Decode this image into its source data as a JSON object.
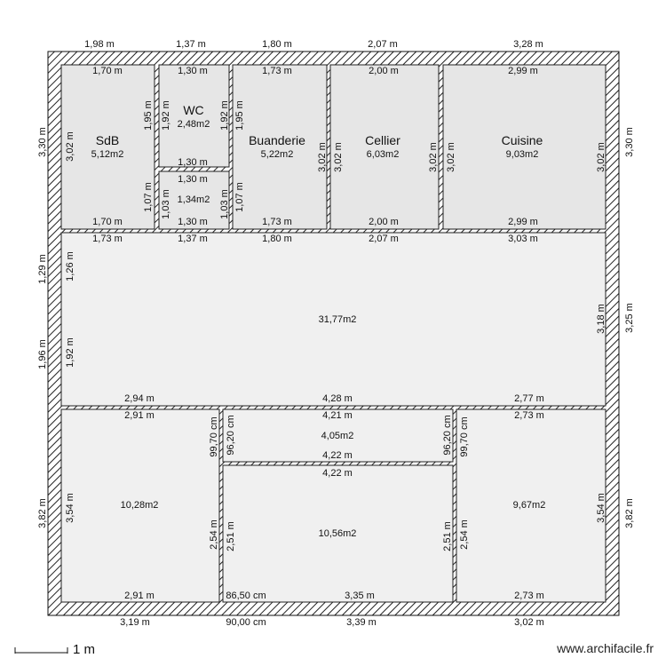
{
  "rooms": [
    {
      "key": "sdb",
      "name": "SdB",
      "area": "5,12m2"
    },
    {
      "key": "wc",
      "name": "WC",
      "area": "2,48m2"
    },
    {
      "key": "small",
      "name": "",
      "area": "1,34m2"
    },
    {
      "key": "buanderie",
      "name": "Buanderie",
      "area": "5,22m2"
    },
    {
      "key": "cellier",
      "name": "Cellier",
      "area": "6,03m2"
    },
    {
      "key": "cuisine",
      "name": "Cuisine",
      "area": "9,03m2"
    },
    {
      "key": "main",
      "name": "",
      "area": "31,77m2"
    },
    {
      "key": "bl",
      "name": "",
      "area": "10,28m2"
    },
    {
      "key": "bmt",
      "name": "",
      "area": "4,05m2"
    },
    {
      "key": "bm",
      "name": "",
      "area": "10,56m2"
    },
    {
      "key": "br",
      "name": "",
      "area": "9,67m2"
    }
  ],
  "dimensions": [
    "1,98 m",
    "1,37 m",
    "1,80 m",
    "2,07 m",
    "3,28 m",
    "1,70 m",
    "1,30 m",
    "1,73 m",
    "2,00 m",
    "2,99 m",
    "1,30 m",
    "1,30 m",
    "1,70 m",
    "1,30 m",
    "1,73 m",
    "2,00 m",
    "2,99 m",
    "1,73 m",
    "1,37 m",
    "1,80 m",
    "2,07 m",
    "3,03 m",
    "2,94 m",
    "4,28 m",
    "2,77 m",
    "2,91 m",
    "4,21 m",
    "2,73 m",
    "4,22 m",
    "4,22 m",
    "2,91 m",
    "86,50 cm",
    "3,35 m",
    "2,73 m",
    "3,19 m",
    "90,00 cm",
    "3,39 m",
    "3,02 m",
    "3,30 m",
    "3,02 m",
    "1,95 m",
    "1,92 m",
    "1,92 m",
    "1,95 m",
    "1,07 m",
    "1,03 m",
    "1,03 m",
    "1,07 m",
    "3,02 m",
    "3,02 m",
    "3,02 m",
    "3,02 m",
    "3,02 m",
    "3,30 m",
    "1,29 m",
    "1,26 m",
    "1,96 m",
    "1,92 m",
    "3,18 m",
    "3,25 m",
    "99,70 cm",
    "96,20 cm",
    "96,20 cm",
    "99,70 cm",
    "3,82 m",
    "3,54 m",
    "2,54 m",
    "2,51 m",
    "2,51 m",
    "2,54 m",
    "3,54 m",
    "3,82 m"
  ],
  "scale": {
    "label": "1 m"
  },
  "watermark": "www.archifacile.fr"
}
